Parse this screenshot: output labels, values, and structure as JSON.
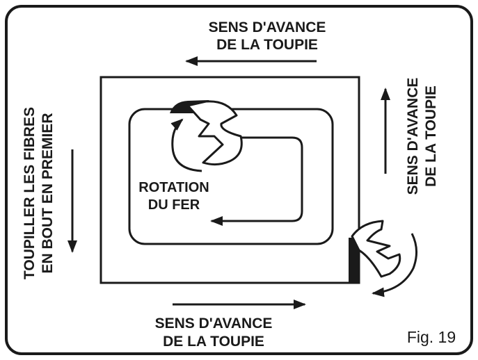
{
  "labels": {
    "top_line1": "SENS D'AVANCE",
    "top_line2": "DE LA TOUPIE",
    "right_line1": "SENS D'AVANCE",
    "right_line2": "DE LA TOUPIE",
    "bottom_line1": "SENS D'AVANCE",
    "bottom_line2": "DE LA TOUPIE",
    "left_line1": "TOUPILLER LES FIBRES",
    "left_line2": "EN BOUT EN PREMIER",
    "rotation_line1": "ROTATION",
    "rotation_line2": "DU FER",
    "figure": "Fig. 19"
  },
  "colors": {
    "ink": "#1a1a1a",
    "background": "#ffffff"
  },
  "icons": [
    "cutter-head-icon",
    "cutter-head-icon"
  ]
}
